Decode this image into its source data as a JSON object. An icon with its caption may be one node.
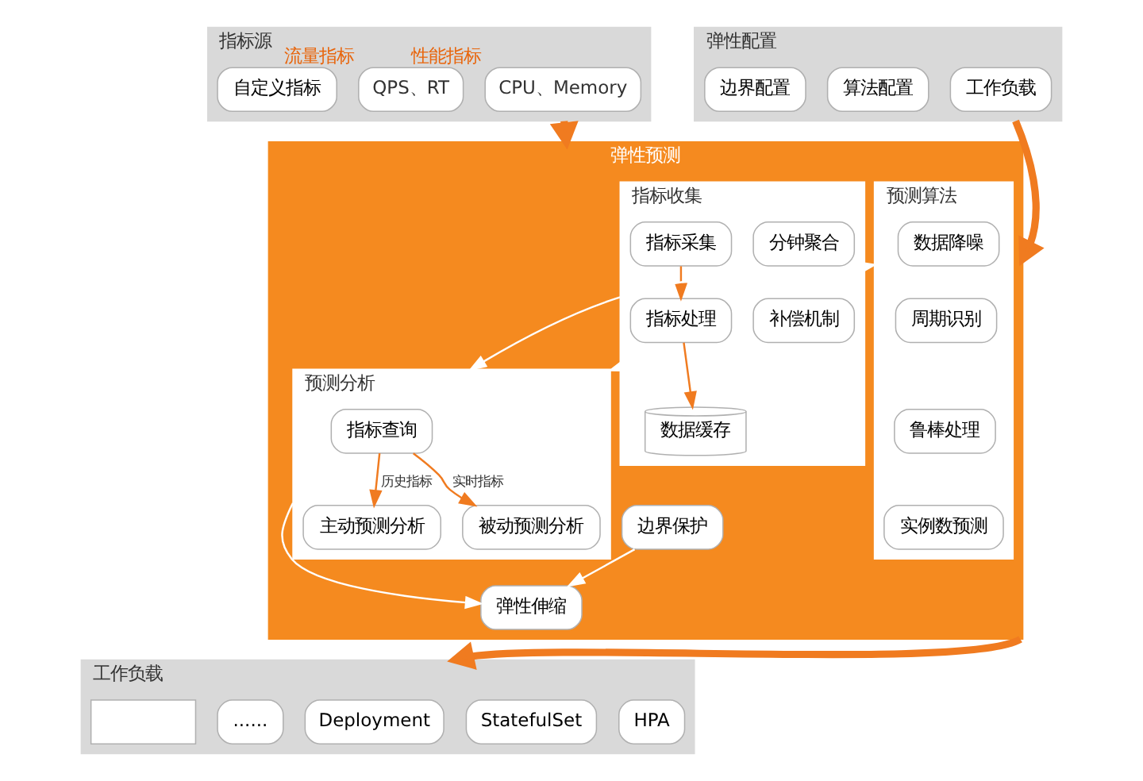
{
  "diagram": {
    "nodes": [
      {
        "text": [
          "指标源"
        ]
      },
      {
        "text": [
          "CPU、Memory"
        ],
        "in": 0,
        "beside": [
          "性能指标"
        ]
      },
      {
        "text": [
          "QPS、RT"
        ],
        "in": 0,
        "beside": [
          "流量指标"
        ]
      },
      {
        "text": [
          "自定义指标"
        ],
        "in": 0
      },
      {
        "text": [
          "弹性配置"
        ]
      },
      {
        "text": [
          "工作负载"
        ],
        "in": 4
      },
      {
        "text": [
          "算法配置"
        ],
        "in": 4
      },
      {
        "text": [
          "边界配置"
        ],
        "in": 4
      },
      {
        "text": [
          "弹性预测"
        ]
      },
      {
        "text": [
          "指标收集"
        ],
        "in": 8
      },
      {
        "text": [
          "补偿机制"
        ],
        "in": 9
      },
      {
        "text": [
          "分钟聚合"
        ],
        "in": 9
      },
      {
        "text": [
          "指标采集"
        ],
        "in": 9
      },
      {
        "text": [
          "指标处理"
        ],
        "in": 9
      },
      {
        "text": [
          "数据缓存"
        ],
        "in": 9
      },
      {
        "text": [
          "预测分析"
        ],
        "in": 8
      },
      {
        "text": [
          "指标查询"
        ],
        "in": 15
      },
      {
        "text": [
          "主动预测分析"
        ],
        "in": 15
      },
      {
        "text": [
          "被动预测分析"
        ],
        "in": 15
      },
      {
        "text": [
          "预测算法"
        ],
        "in": 8
      },
      {
        "text": [
          "数据降噪"
        ],
        "in": 19
      },
      {
        "text": [
          "周期识别"
        ],
        "in": 19
      },
      {
        "text": [
          "鲁棒处理"
        ],
        "in": 19
      },
      {
        "text": [
          "实例数预测"
        ],
        "in": 19
      },
      {
        "text": [
          "边界保护"
        ],
        "in": 8
      },
      {
        "text": [
          "弹性伸缩"
        ],
        "in": 8
      },
      {
        "text": [
          "工作负载"
        ]
      },
      {
        "text": [
          "Deployment"
        ],
        "in": 26
      },
      {
        "text": [
          "StatefulSet"
        ],
        "in": 26
      },
      {
        "text": [
          "HPA"
        ],
        "in": 26
      },
      {
        "text": [],
        "shape": "box",
        "in": 26
      },
      {
        "text": [
          "......"
        ],
        "in": 26
      }
    ],
    "edges": [
      {
        "from": 0,
        "to": 8,
        "arrow": "to",
        "style": "thick"
      },
      {
        "from": 4,
        "to": 8,
        "arrow": "to",
        "style": "thick"
      },
      {
        "from": 12,
        "to": 13,
        "arrow": "to"
      },
      {
        "from": 13,
        "to": 14,
        "arrow": "to"
      },
      {
        "from": 9,
        "to": 15,
        "arrow": "to",
        "color": "#ffffff"
      },
      {
        "from": 16,
        "to": 17,
        "arrow": "to",
        "label": "历史指标"
      },
      {
        "from": 16,
        "to": 18,
        "arrow": "to",
        "label": "实时指标"
      },
      {
        "from": 15,
        "to": 19,
        "arrow": "both",
        "color": "#ffffff"
      },
      {
        "from": 15,
        "to": 25,
        "arrow": "to",
        "color": "#ffffff"
      },
      {
        "from": 24,
        "to": 25,
        "arrow": "to",
        "color": "#ffffff"
      },
      {
        "from": 8,
        "to": 26,
        "arrow": "to",
        "style": "thick"
      }
    ]
  }
}
